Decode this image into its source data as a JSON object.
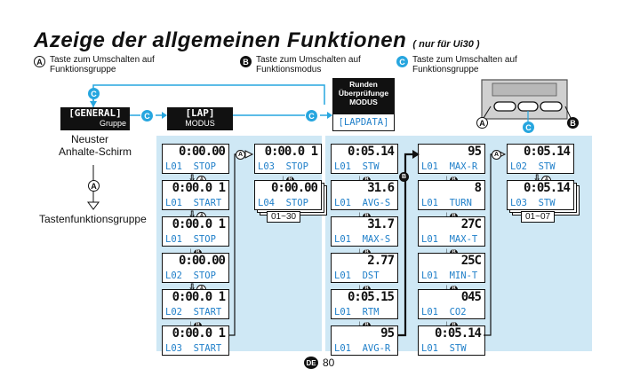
{
  "title": "Azeige der allgemeinen Funktionen",
  "title_note": "( nur für Ui30 )",
  "legend": [
    {
      "badge": "A",
      "text1": "Taste zum Umschalten auf",
      "text2": "Funktionsgruppe"
    },
    {
      "badge": "B",
      "text1": "Taste zum Umschalten auf",
      "text2": "Funktionsmodus"
    },
    {
      "badge": "C",
      "text1": "Taste zum Umschalten auf",
      "text2": "Funktionsgruppe"
    }
  ],
  "general": {
    "label": "[GENERAL]",
    "sub": "Gruppe"
  },
  "lap": {
    "label": "[LAP]",
    "sub": "MODUS"
  },
  "lapdata": {
    "line1": "Runden",
    "line2": "Überprüfunge",
    "line3": "MODUS",
    "label": "[LAPDATA]"
  },
  "left_text": {
    "latest": "Neuster",
    "stop_screen": "Anhalte-Schirm",
    "group": "Tastenfunktionsgruppe"
  },
  "badges": {
    "a": "A",
    "b": "B",
    "c": "C"
  },
  "col1": [
    {
      "big": "0:00.00",
      "low": "L01  STOP"
    },
    {
      "big": "0:00.0 1",
      "low": "L01  START"
    },
    {
      "big": "0:00.0 1",
      "low": "L01  STOP"
    },
    {
      "big": "0:00.00",
      "low": "L02  STOP"
    },
    {
      "big": "0:00.0 1",
      "low": "L02  START"
    },
    {
      "big": "0:00.0 1",
      "low": "L03  START"
    }
  ],
  "col2": [
    {
      "big": "0:00.0 1",
      "low": "L03  STOP"
    },
    {
      "big": "0:00.00",
      "low": "L04  STOP"
    }
  ],
  "range1": "01~30",
  "col3": [
    {
      "big": "0:05.14",
      "low": "L01  STW"
    },
    {
      "big": "31.6",
      "low": "L01  AVG-S"
    },
    {
      "big": "31.7",
      "low": "L01  MAX-S"
    },
    {
      "big": "2.77",
      "low": "L01  DST"
    },
    {
      "big": "0:05.15",
      "low": "L01  RTM"
    },
    {
      "big": "95",
      "low": "L01  AVG-R"
    }
  ],
  "col4": [
    {
      "big": "95",
      "low": "L01  MAX-R"
    },
    {
      "big": "8",
      "low": "L01  TURN"
    },
    {
      "big": "27C",
      "low": "L01  MAX-T"
    },
    {
      "big": "25C",
      "low": "L01  MIN-T"
    },
    {
      "big": "045",
      "low": "L01  CO2"
    },
    {
      "big": "0:05.14",
      "low": "L01  STW"
    }
  ],
  "col5": [
    {
      "big": "0:05.14",
      "low": "L02  STW"
    },
    {
      "big": "0:05.14",
      "low": "L03  STW"
    }
  ],
  "range2": "01~07",
  "page": {
    "lang": "DE",
    "number": "80"
  }
}
